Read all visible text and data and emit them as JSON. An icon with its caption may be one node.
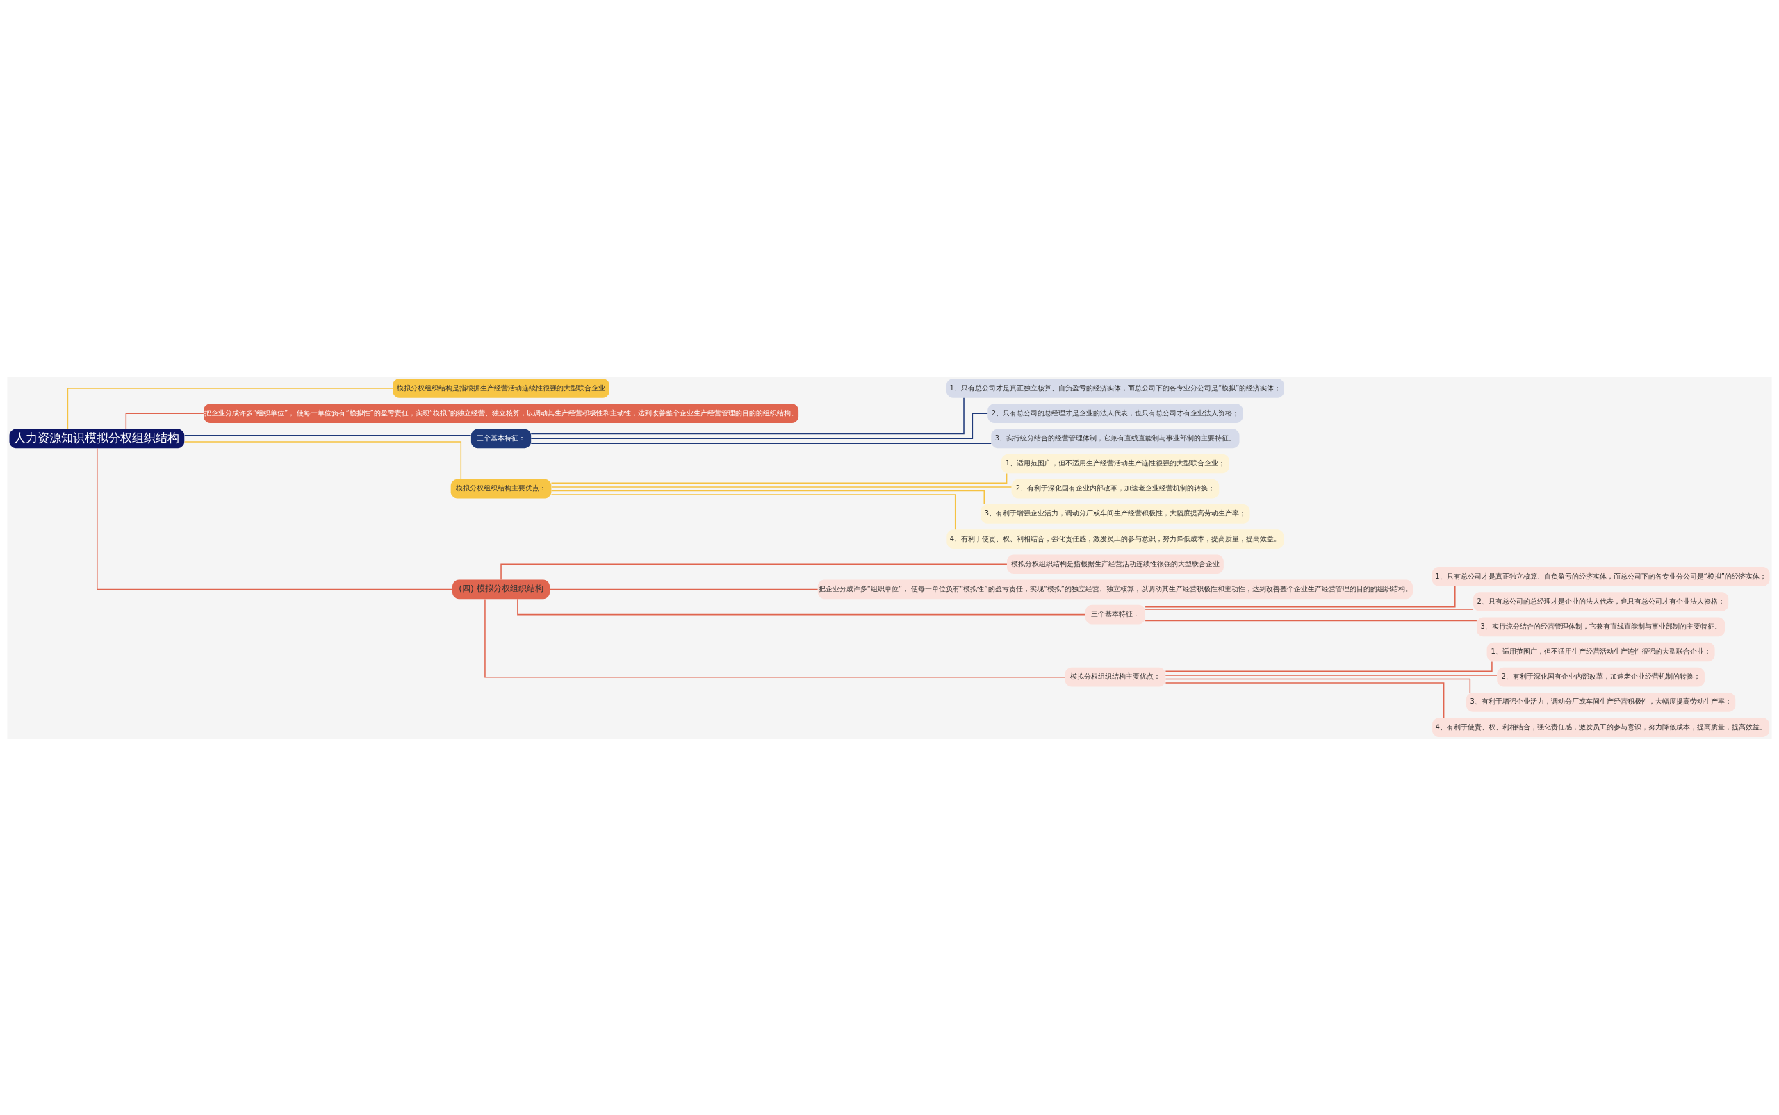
{
  "diagram": {
    "nodes": [
      {
        "text": [
          "人力资源知识模拟分权组织结构"
        ]
      },
      {
        "text": [
          "模拟分权组织结构是指根据生产经营活动连续性很强的大型联合企业"
        ]
      },
      {
        "text": [
          "把企业分成许多“组织单位”， 使每一单位负有“模拟性”的盈亏责任，实现“模拟”的独立经营、独立核算，以调动其生产经营积极性和主动性，达到改善整个企业生产经营管理的目的的组织结构。"
        ]
      },
      {
        "text": [
          "三个基本特征："
        ]
      },
      {
        "text": [
          "1、只有总公司才是真正独立核算、自负盈亏的经济实体，而总公司下的各专业分公司是“模拟”的经济实体；"
        ]
      },
      {
        "text": [
          "2、只有总公司的总经理才是企业的法人代表，也只有总公司才有企业法人资格；"
        ]
      },
      {
        "text": [
          "3、实行统分结合的经营管理体制，它兼有直线直能制与事业部制的主要特征。"
        ]
      },
      {
        "text": [
          "模拟分权组织结构主要优点："
        ]
      },
      {
        "text": [
          "1、适用范围广，但不适用生产经营活动生产连性很强的大型联合企业；"
        ]
      },
      {
        "text": [
          "2、有利于深化国有企业内部改革，加速老企业经营机制的转换；"
        ]
      },
      {
        "text": [
          "3、有利于增强企业活力，调动分厂或车间生产经营积极性，大幅度提高劳动生产率；"
        ]
      },
      {
        "text": [
          "4、有利于使责、权、利相结合，强化责任感，激发员工的参与意识，努力降低成本，提高质量，提高效益。"
        ]
      },
      {
        "text": [
          "(四) 模拟分权组织结构"
        ]
      },
      {
        "text": [
          "模拟分权组织结构是指根据生产经营活动连续性很强的大型联合企业"
        ]
      },
      {
        "text": [
          "把企业分成许多“组织单位”， 使每一单位负有“模拟性”的盈亏责任，实现“模拟”的独立经营、独立核算，以调动其生产经营积极性和主动性，达到改善整个企业生产经营管理的目的的组织结构。"
        ]
      },
      {
        "text": [
          "三个基本特征："
        ]
      },
      {
        "text": [
          "1、只有总公司才是真正独立核算、自负盈亏的经济实体，而总公司下的各专业分公司是“模拟”的经济实体；"
        ]
      },
      {
        "text": [
          "2、只有总公司的总经理才是企业的法人代表，也只有总公司才有企业法人资格；"
        ]
      },
      {
        "text": [
          "3、实行统分结合的经营管理体制，它兼有直线直能制与事业部制的主要特征。"
        ]
      },
      {
        "text": [
          "模拟分权组织结构主要优点："
        ]
      },
      {
        "text": [
          "1、适用范围广，但不适用生产经营活动生产连性很强的大型联合企业；"
        ]
      },
      {
        "text": [
          "2、有利于深化国有企业内部改革，加速老企业经营机制的转换；"
        ]
      },
      {
        "text": [
          "3、有利于增强企业活力，调动分厂或车间生产经营积极性，大幅度提高劳动生产率；"
        ]
      },
      {
        "text": [
          "4、有利于使责、权、利相结合，强化责任感，激发员工的参与意识，努力降低成本，提高质量，提高效益。"
        ]
      }
    ],
    "edges": [
      {
        "from": 0,
        "to": 1,
        "arrow": "none",
        "color": "#f5c242"
      },
      {
        "from": 0,
        "to": 2,
        "arrow": "none"
      },
      {
        "from": 0,
        "to": 3,
        "arrow": "none",
        "color": "#1f3a7a"
      },
      {
        "from": 0,
        "to": 7,
        "arrow": "none",
        "color": "#f5c242"
      },
      {
        "from": 0,
        "to": 12,
        "arrow": "none"
      },
      {
        "from": 3,
        "to": 4,
        "arrow": "none",
        "color": "#1f3a7a"
      },
      {
        "from": 3,
        "to": 5,
        "arrow": "none",
        "color": "#1f3a7a"
      },
      {
        "from": 3,
        "to": 6,
        "arrow": "none",
        "color": "#1f3a7a"
      },
      {
        "from": 7,
        "to": 8,
        "arrow": "none",
        "color": "#f5c242"
      },
      {
        "from": 7,
        "to": 9,
        "arrow": "none",
        "color": "#f5c242"
      },
      {
        "from": 7,
        "to": 10,
        "arrow": "none",
        "color": "#f5c242"
      },
      {
        "from": 7,
        "to": 11,
        "arrow": "none",
        "color": "#f5c242"
      },
      {
        "from": 12,
        "to": 13,
        "arrow": "none"
      },
      {
        "from": 12,
        "to": 14,
        "arrow": "none"
      },
      {
        "from": 12,
        "to": 15,
        "arrow": "none"
      },
      {
        "from": 12,
        "to": 19,
        "arrow": "none"
      },
      {
        "from": 15,
        "to": 16,
        "arrow": "none"
      },
      {
        "from": 15,
        "to": 17,
        "arrow": "none"
      },
      {
        "from": 15,
        "to": 18,
        "arrow": "none"
      },
      {
        "from": 19,
        "to": 20,
        "arrow": "none"
      },
      {
        "from": 19,
        "to": 21,
        "arrow": "none"
      },
      {
        "from": 19,
        "to": 22,
        "arrow": "none"
      },
      {
        "from": 19,
        "to": 23,
        "arrow": "none"
      }
    ]
  }
}
